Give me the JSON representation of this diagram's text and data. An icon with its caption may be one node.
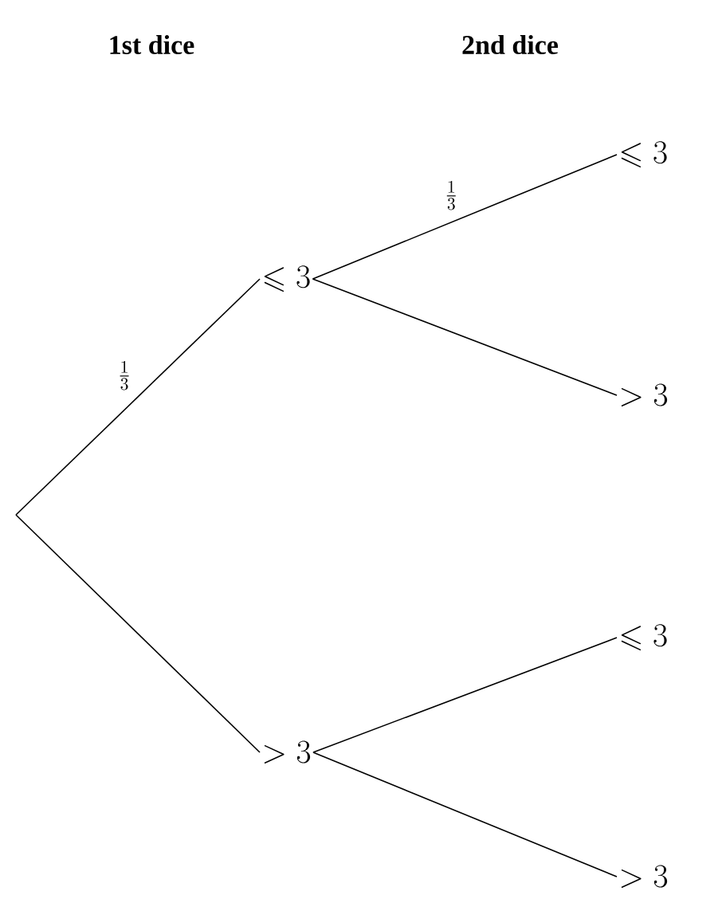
{
  "diagram": {
    "nodes": [
      {
        "text": [
          "\\leqslant 3"
        ]
      },
      {
        "text": [
          "> 3"
        ]
      },
      {
        "text": [
          "\\leqslant 3"
        ]
      },
      {
        "text": [
          "> 3"
        ]
      },
      {
        "text": [
          "\\leqslant 3"
        ]
      },
      {
        "text": [
          "> 3"
        ]
      }
    ],
    "edges": [
      {
        "from": null,
        "to": 0,
        "arrow": "none",
        "label": "\\frac{1}{3}"
      },
      {
        "from": null,
        "to": 1,
        "arrow": "none"
      },
      {
        "from": 0,
        "to": 2,
        "arrow": "none",
        "label": "\\frac{1}{3}"
      },
      {
        "from": 0,
        "to": 3,
        "arrow": "none"
      },
      {
        "from": 1,
        "to": 4,
        "arrow": "none"
      },
      {
        "from": 1,
        "to": 5,
        "arrow": "none"
      }
    ],
    "labels": [
      "1st dice",
      "2nd dice"
    ]
  }
}
